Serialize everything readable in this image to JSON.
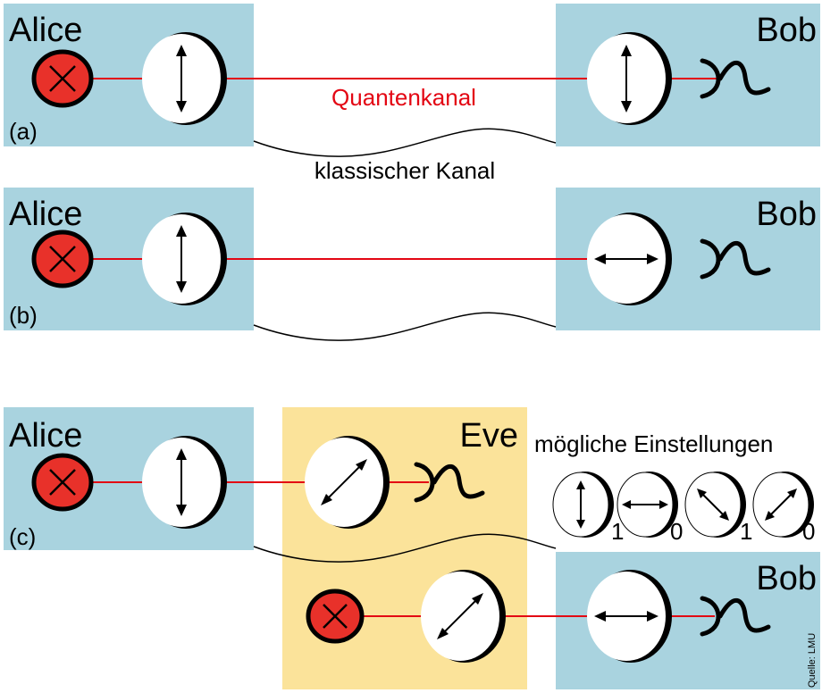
{
  "panel_a": {
    "alice": "Alice",
    "bob": "Bob",
    "tag": "(a)",
    "quantum_channel": "Quantenkanal",
    "classical_channel": "klassischer Kanal"
  },
  "panel_b": {
    "alice": "Alice",
    "bob": "Bob",
    "tag": "(b)"
  },
  "panel_c": {
    "alice": "Alice",
    "eve": "Eve",
    "bob": "Bob",
    "tag": "(c)"
  },
  "settings": {
    "title": "mögliche Einstellungen",
    "bits": [
      "1",
      "0",
      "1",
      "0"
    ]
  },
  "source": "Quelle: LMU",
  "colors": {
    "lab_box": "#a9d3df",
    "eve_box": "#fbe39a",
    "beam": "#e30613",
    "source_fill": "#e8312a",
    "outline": "#000000"
  }
}
